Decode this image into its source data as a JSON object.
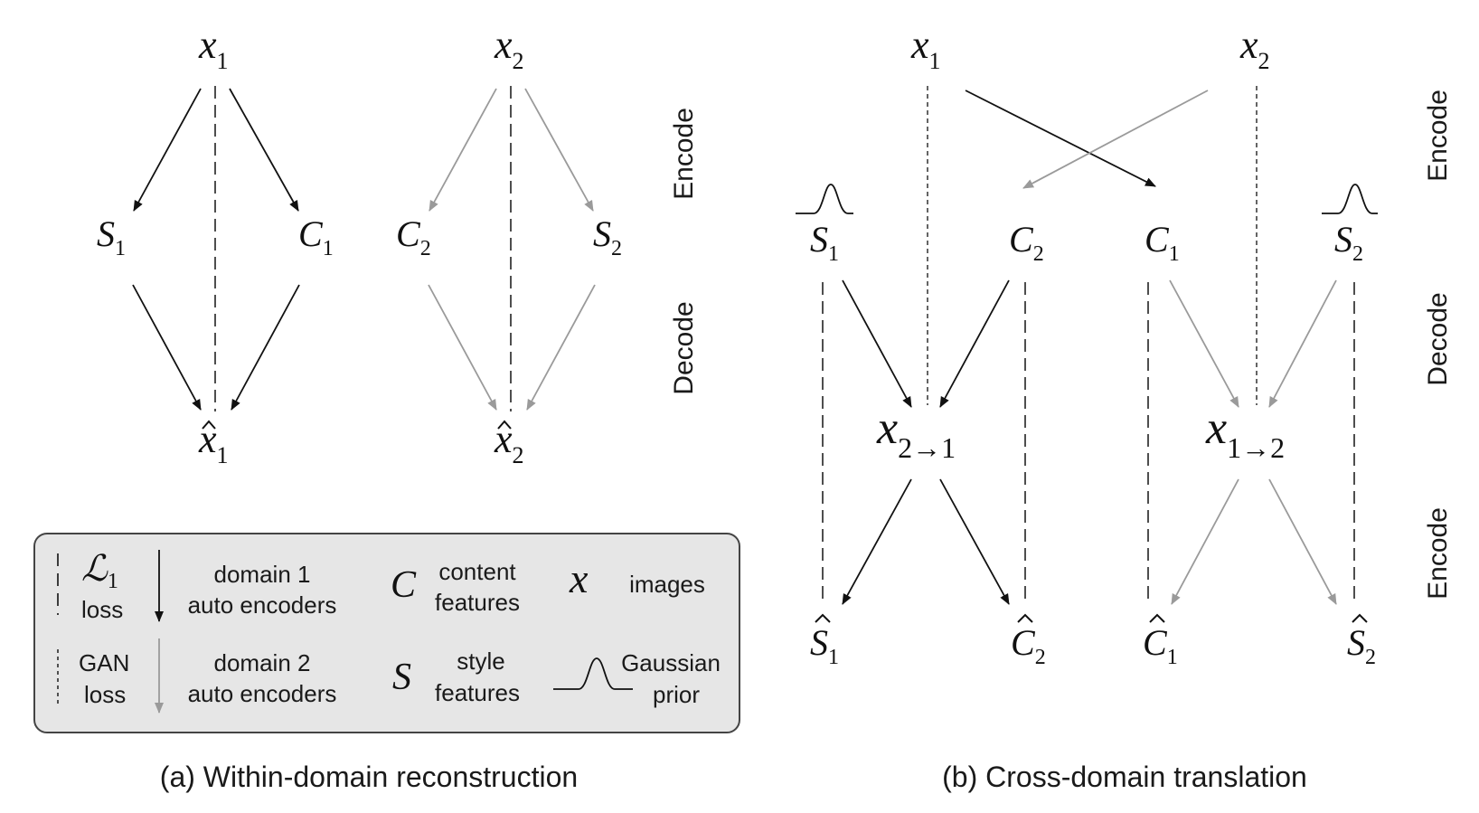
{
  "panel_a": {
    "caption": "(a) Within-domain reconstruction",
    "x1": {
      "base": "x",
      "sub": "1"
    },
    "x2": {
      "base": "x",
      "sub": "2"
    },
    "s1": {
      "base": "S",
      "sub": "1"
    },
    "c1": {
      "base": "C",
      "sub": "1"
    },
    "c2": {
      "base": "C",
      "sub": "2"
    },
    "s2": {
      "base": "S",
      "sub": "2"
    },
    "xhat1": {
      "base": "x",
      "sub": "1"
    },
    "xhat2": {
      "base": "x",
      "sub": "2"
    },
    "encode_label": "Encode",
    "decode_label": "Decode"
  },
  "panel_b": {
    "caption": "(b) Cross-domain translation",
    "x1": {
      "base": "x",
      "sub": "1"
    },
    "x2": {
      "base": "x",
      "sub": "2"
    },
    "s1": {
      "base": "S",
      "sub": "1"
    },
    "c2": {
      "base": "C",
      "sub": "2"
    },
    "c1": {
      "base": "C",
      "sub": "1"
    },
    "s2": {
      "base": "S",
      "sub": "2"
    },
    "x21": {
      "base": "x",
      "sub": "2→1"
    },
    "x12": {
      "base": "x",
      "sub": "1→2"
    },
    "shat1": {
      "base": "S",
      "sub": "1"
    },
    "chat2": {
      "base": "C",
      "sub": "2"
    },
    "chat1": {
      "base": "C",
      "sub": "1"
    },
    "shat2": {
      "base": "S",
      "sub": "2"
    },
    "encode_label_top": "Encode",
    "decode_label": "Decode",
    "encode_label_bottom": "Encode"
  },
  "legend": {
    "l1_symbol": "ℒ",
    "l1_sub": "1",
    "l1_text": "loss",
    "gan_line1": "GAN",
    "gan_line2": "loss",
    "domain1_line1": "domain 1",
    "domain1_line2": "auto encoders",
    "domain2_line1": "domain 2",
    "domain2_line2": "auto encoders",
    "c_symbol": "C",
    "content_line1": "content",
    "content_line2": "features",
    "s_symbol": "S",
    "style_line1": "style",
    "style_line2": "features",
    "x_symbol": "x",
    "images_text": "images",
    "gaussian_line1": "Gaussian",
    "gaussian_line2": "prior"
  },
  "colors": {
    "domain1_arrow": "#111111",
    "domain2_arrow": "#9a9a9a",
    "legend_bg": "#e6e6e6",
    "legend_border": "#444444"
  }
}
